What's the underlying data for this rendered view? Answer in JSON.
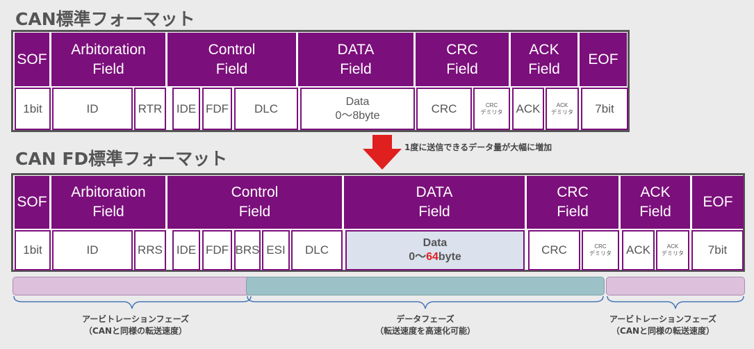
{
  "can": {
    "title": "CAN標準フォーマット",
    "headers": [
      {
        "id": "sof",
        "label": "SOF"
      },
      {
        "id": "arbitration",
        "label": "Arbitoration\nField"
      },
      {
        "id": "control",
        "label": "Control\nField"
      },
      {
        "id": "data",
        "label": "DATA\nField"
      },
      {
        "id": "crc",
        "label": "CRC\nField"
      },
      {
        "id": "ack",
        "label": "ACK\nField"
      },
      {
        "id": "eof",
        "label": "EOF"
      }
    ],
    "cells": [
      {
        "id": "sof",
        "label": "1bit"
      },
      {
        "id": "id",
        "label": "ID"
      },
      {
        "id": "rtr",
        "label": "RTR"
      },
      {
        "id": "ide",
        "label": "IDE"
      },
      {
        "id": "fdf",
        "label": "FDF"
      },
      {
        "id": "dlc",
        "label": "DLC"
      },
      {
        "id": "data",
        "label": "Data\n0〜8byte"
      },
      {
        "id": "crc",
        "label": "CRC"
      },
      {
        "id": "crc-delim",
        "label": "CRC\nデミリタ"
      },
      {
        "id": "ack",
        "label": "ACK"
      },
      {
        "id": "ack-delim",
        "label": "ACK\nデミリタ"
      },
      {
        "id": "eof",
        "label": "7bit"
      }
    ]
  },
  "arrow_note": "1度に送信できるデータ量が大幅に増加",
  "canfd": {
    "title": "CAN FD標準フォーマット",
    "headers": [
      {
        "id": "sof",
        "label": "SOF"
      },
      {
        "id": "arbitration",
        "label": "Arbitoration\nField"
      },
      {
        "id": "control",
        "label": "Control\nField"
      },
      {
        "id": "data",
        "label": "DATA\nField"
      },
      {
        "id": "crc",
        "label": "CRC\nField"
      },
      {
        "id": "ack",
        "label": "ACK\nField"
      },
      {
        "id": "eof",
        "label": "EOF"
      }
    ],
    "cells": [
      {
        "id": "sof",
        "label": "1bit"
      },
      {
        "id": "id",
        "label": "ID"
      },
      {
        "id": "rrs",
        "label": "RRS"
      },
      {
        "id": "ide",
        "label": "IDE"
      },
      {
        "id": "fdf",
        "label": "FDF"
      },
      {
        "id": "brs",
        "label": "BRS"
      },
      {
        "id": "esi",
        "label": "ESI"
      },
      {
        "id": "dlc",
        "label": "DLC"
      },
      {
        "id": "crc",
        "label": "CRC"
      },
      {
        "id": "crc-delim",
        "label": "CRC\nデミリタ"
      },
      {
        "id": "ack",
        "label": "ACK"
      },
      {
        "id": "ack-delim",
        "label": "ACK\nデミリタ"
      },
      {
        "id": "eof",
        "label": "7bit"
      }
    ],
    "data_cell": {
      "line1": "Data",
      "prefix": "0〜",
      "highlight": "64",
      "suffix": "byte"
    }
  },
  "phases": {
    "arb_left": "アービトレーションフェーズ\n（CANと同様の転送速度）",
    "data": "データフェーズ\n（転送速度を高速化可能）",
    "arb_right": "アービトレーションフェーズ\n（CANと同様の転送速度）"
  },
  "colors": {
    "header_purple": "#7b0f7b",
    "arrow_red": "#e01f1f",
    "arb_phase": "#dcc0dc",
    "data_phase": "#9cc2c8",
    "fd_data_cell": "#dbe2ee"
  }
}
